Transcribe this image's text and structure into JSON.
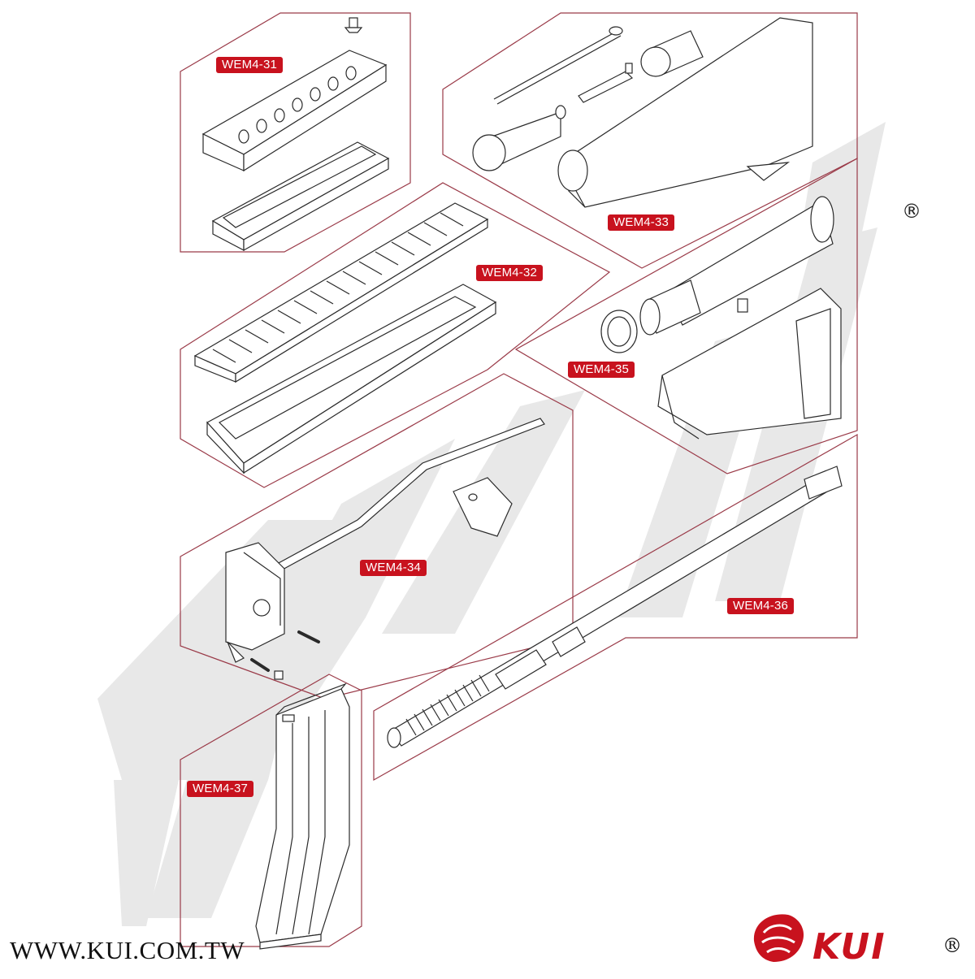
{
  "watermark": {
    "text": "KUI"
  },
  "registered_mark_top": "®",
  "parts": [
    {
      "id": "wem4-31",
      "label": "WEM4-31"
    },
    {
      "id": "wem4-32",
      "label": "WEM4-32"
    },
    {
      "id": "wem4-33",
      "label": "WEM4-33"
    },
    {
      "id": "wem4-34",
      "label": "WEM4-34"
    },
    {
      "id": "wem4-35",
      "label": "WEM4-35"
    },
    {
      "id": "wem4-36",
      "label": "WEM4-36"
    },
    {
      "id": "wem4-37",
      "label": "WEM4-37"
    }
  ],
  "footer": {
    "website": "WWW.KUI.COM.TW",
    "brand_name": "KUI",
    "brand_registered": "®"
  },
  "colors": {
    "label_bg": "#c8121e",
    "panel_border": "#9a3a48",
    "watermark": "#e6e6e6",
    "line_art": "#2a2a2a",
    "brand": "#c8121e"
  }
}
